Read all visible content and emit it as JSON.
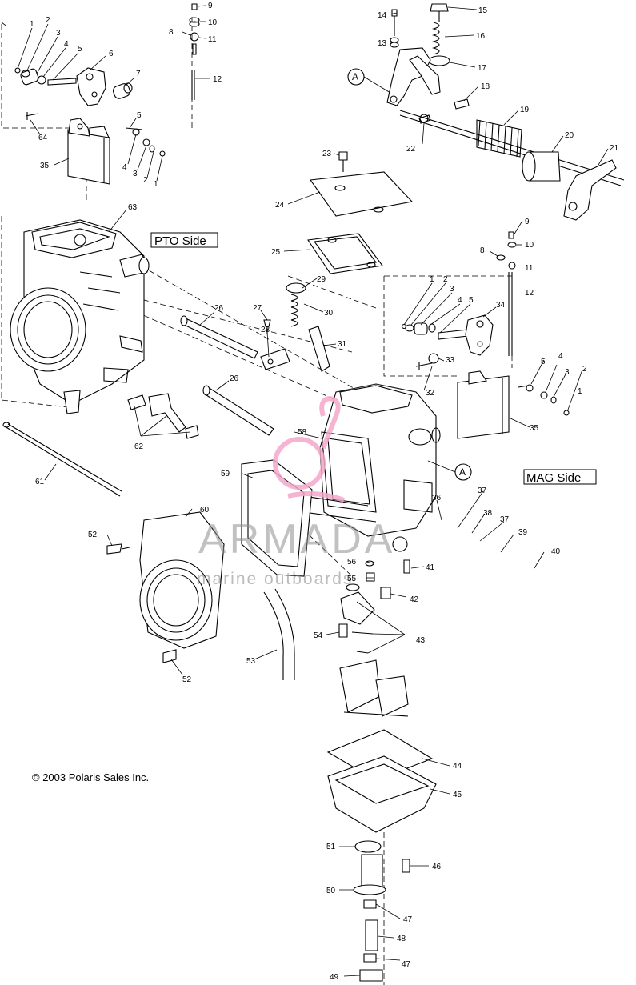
{
  "side_labels": {
    "pto": "PTO Side",
    "mag": "MAG Side"
  },
  "ref_marks": [
    "A",
    "A"
  ],
  "copyright": "© 2003 Polaris Sales Inc.",
  "watermark": {
    "brand": "ARMADA",
    "tagline": "marine outboards",
    "colors": {
      "logo": "#f4a7c9",
      "text": "#8e8e8e"
    }
  },
  "callouts": {
    "c1a": "1",
    "c2a": "2",
    "c3a": "3",
    "c4a": "4",
    "c5a": "5",
    "c6": "6",
    "c7": "7",
    "c5b": "5",
    "c4b": "4",
    "c3b": "3",
    "c2b": "2",
    "c1b": "1",
    "c64a": "64",
    "c35a": "35",
    "c9a": "9",
    "c10a": "10",
    "c8a": "8",
    "c11a": "11",
    "c12a": "12",
    "c14": "14",
    "c15": "15",
    "c13": "13",
    "c16": "16",
    "c17": "17",
    "c18": "18",
    "c19": "19",
    "c22": "22",
    "c20": "20",
    "c21": "21",
    "c23": "23",
    "c24": "24",
    "c25": "25",
    "c29": "29",
    "c63": "63",
    "c9b": "9",
    "c10b": "10",
    "c8b": "8",
    "c11b": "11",
    "c12b": "12",
    "c1c": "1",
    "c2c": "2",
    "c3c": "3",
    "c4c": "4",
    "c5c": "5",
    "c34": "34",
    "c26a": "26",
    "c27": "27",
    "c28": "28",
    "c30": "30",
    "c31": "31",
    "c33": "33",
    "c32": "32",
    "c5d": "5",
    "c4d": "4",
    "c3d": "3",
    "c2d": "2",
    "c1d": "1",
    "c35b": "35",
    "c26b": "26",
    "c62": "62",
    "c58": "58",
    "c36": "36",
    "c37a": "37",
    "c38": "38",
    "c37b": "37",
    "c39": "39",
    "c40": "40",
    "c61": "61",
    "c59": "59",
    "c60": "60",
    "c52a": "52",
    "c56": "56",
    "c55": "55",
    "c41": "41",
    "c42": "42",
    "c54": "54",
    "c43": "43",
    "c53": "53",
    "c52b": "52",
    "c44": "44",
    "c45": "45",
    "c51": "51",
    "c46": "46",
    "c50": "50",
    "c47a": "47",
    "c48": "48",
    "c47b": "47",
    "c49": "49"
  }
}
